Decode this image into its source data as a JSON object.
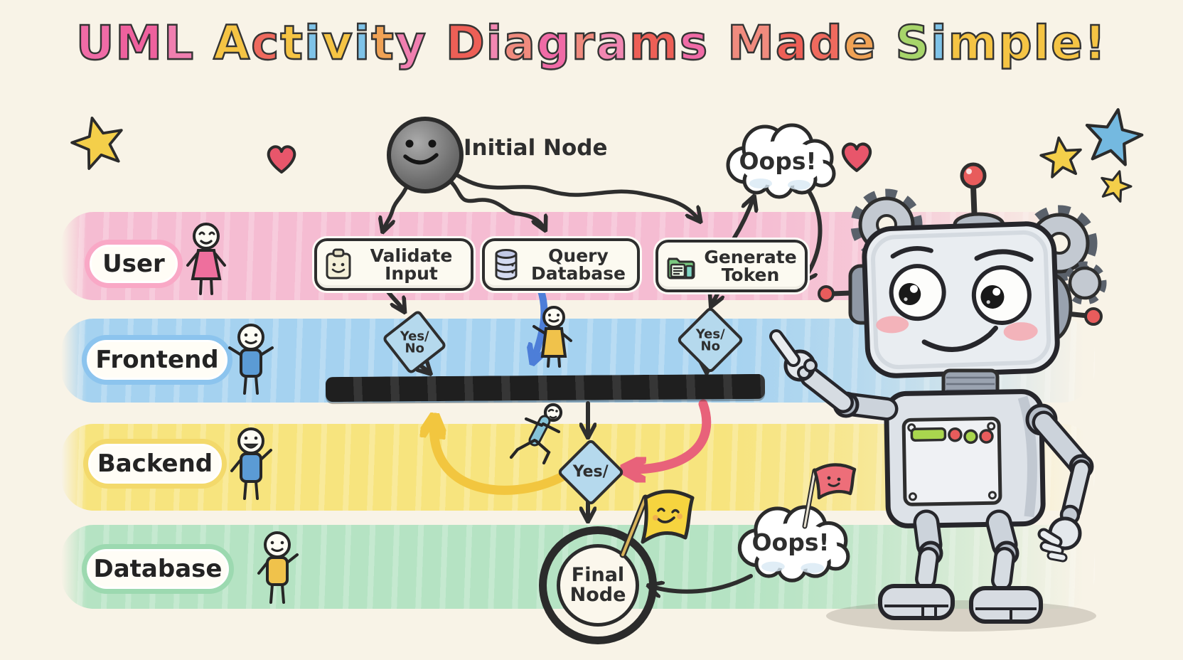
{
  "title": {
    "words": [
      {
        "text": "UML",
        "colors": [
          "#f06ba6",
          "#ef619e",
          "#f07fb0"
        ]
      },
      {
        "text": "Activity",
        "colors": [
          "#f5c444",
          "#ef6a5e",
          "#f5c444",
          "#7fc3e8",
          "#f5c444",
          "#7fc3e8",
          "#f0a255",
          "#f07fb0"
        ]
      },
      {
        "text": "Diagrams",
        "colors": [
          "#ed5f56",
          "#f287b2",
          "#f08b7e",
          "#f06ba6",
          "#f08b7e",
          "#f287b2",
          "#ed5f56",
          "#f06ba6"
        ]
      },
      {
        "text": "Made",
        "colors": [
          "#f08b7e",
          "#ed5f56",
          "#ef6a5e",
          "#f0a255"
        ]
      },
      {
        "text": "Simple!",
        "colors": [
          "#a7d56a",
          "#7fc3e8",
          "#f5c444",
          "#f5c444",
          "#f5c444",
          "#f5c444",
          "#f5c444"
        ]
      }
    ]
  },
  "lanes": [
    {
      "label": "User",
      "band_color": "#f5bcd2",
      "halo": "#f9a8c6",
      "figure": "stick-figure-pink-dress"
    },
    {
      "label": "Frontend",
      "band_color": "#a5d2f0",
      "halo": "#8cc4ee",
      "figure": "stick-figure-blue-shirt-waving"
    },
    {
      "label": "Backend",
      "band_color": "#f7e47e",
      "halo": "#f3d96b",
      "figure": "stick-figure-blue-shirt-cheering"
    },
    {
      "label": "Database",
      "band_color": "#b5e3c3",
      "halo": "#9cd9b0",
      "figure": "stick-figure-yellow-shirt-waving"
    }
  ],
  "flow": {
    "initial_node": {
      "label": "Initial Node",
      "icon": "smiley-circle"
    },
    "activities": [
      {
        "line1": "Validate",
        "line2": "Input",
        "icon": "clipboard-icon"
      },
      {
        "line1": "Query",
        "line2": "Database",
        "icon": "database-icon"
      },
      {
        "line1": "Generate",
        "line2": "Token",
        "icon": "folder-icon"
      }
    ],
    "decisions": [
      {
        "line1": "Yes/",
        "line2": "No"
      },
      {
        "line1": "Yes/",
        "line2": "No"
      },
      {
        "line1": "Yes/",
        "line2": ""
      }
    ],
    "final_node": {
      "line1": "Final",
      "line2": "Node"
    },
    "error_clouds": [
      {
        "label": "Oops!"
      },
      {
        "label": "Oops!"
      }
    ],
    "extras": {
      "sync_bar": "fork-join-synchronization-bar",
      "running_figure": "stick-figure-running",
      "waving_figure": "stick-figure-waving",
      "happy_flag": "yellow-smiley-flag",
      "error_flag": "pink-smiley-flag",
      "mascot": "friendly-robot-mascot"
    }
  },
  "palette": {
    "background": "#f8f3e7",
    "ink": "#2e2e2e",
    "arrow_blue": "#4d7ed8",
    "arrow_yellow": "#f2c63f",
    "arrow_red": "#e8627a",
    "diamond_fill": "#b5d9ed",
    "sync_bar": "#1f1f1f",
    "robot_red": "#e85c5c",
    "robot_green": "#a9d64e"
  },
  "decorations": [
    {
      "name": "star-yellow-top-left",
      "color": "#f4cf4a"
    },
    {
      "name": "heart-red-left",
      "color": "#e8566b"
    },
    {
      "name": "heart-red-right",
      "color": "#e8566b"
    },
    {
      "name": "star-blue-top-right",
      "color": "#74b9e0"
    },
    {
      "name": "star-yellow-top-right",
      "color": "#f4cf4a"
    },
    {
      "name": "star-yellow-small-right",
      "color": "#f4cf4a"
    }
  ]
}
